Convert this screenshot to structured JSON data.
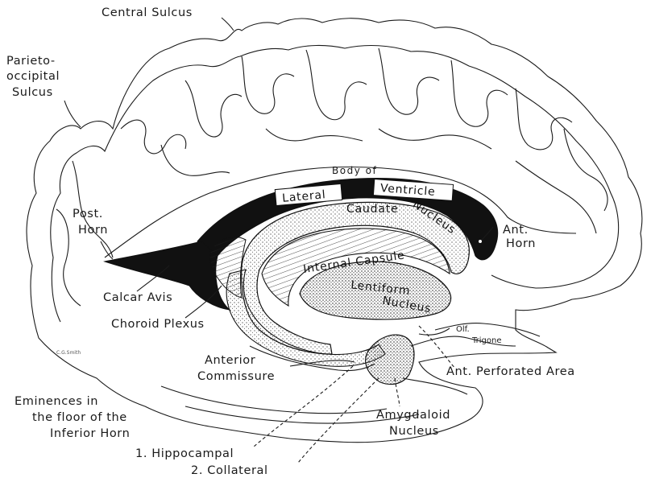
{
  "labels": {
    "central_sulcus": "Central Sulcus",
    "parieto_1": "Parieto-",
    "parieto_2": "occipital",
    "parieto_3": "Sulcus",
    "post_horn_1": "Post.",
    "post_horn_2": "Horn",
    "calcar_avis": "Calcar Avis",
    "choroid_plexus": "Choroid Plexus",
    "anterior_1": "Anterior",
    "anterior_2": "Commissure",
    "eminences_1": "Eminences in",
    "eminences_2": "the floor of the",
    "eminences_3": "Inferior Horn",
    "hippocampal": "1. Hippocampal",
    "collateral": "2. Collateral",
    "body_of": "Body of",
    "lateral": "Lateral",
    "ventricle": "Ventricle",
    "caudate": "Caudate",
    "nucleus_c": "Nucleus",
    "internal_capsule": "Internal Capsule",
    "lentiform": "Lentiform",
    "nucleus_l": "Nucleus",
    "ant_horn_1": "Ant.",
    "ant_horn_2": "Horn",
    "olf": "Olf.",
    "trigone": "Trigone",
    "ant_perforated": "Ant. Perforated Area",
    "amygdaloid_1": "Amygdaloid",
    "amygdaloid_2": "Nucleus",
    "signature": "C.G.Smith"
  }
}
